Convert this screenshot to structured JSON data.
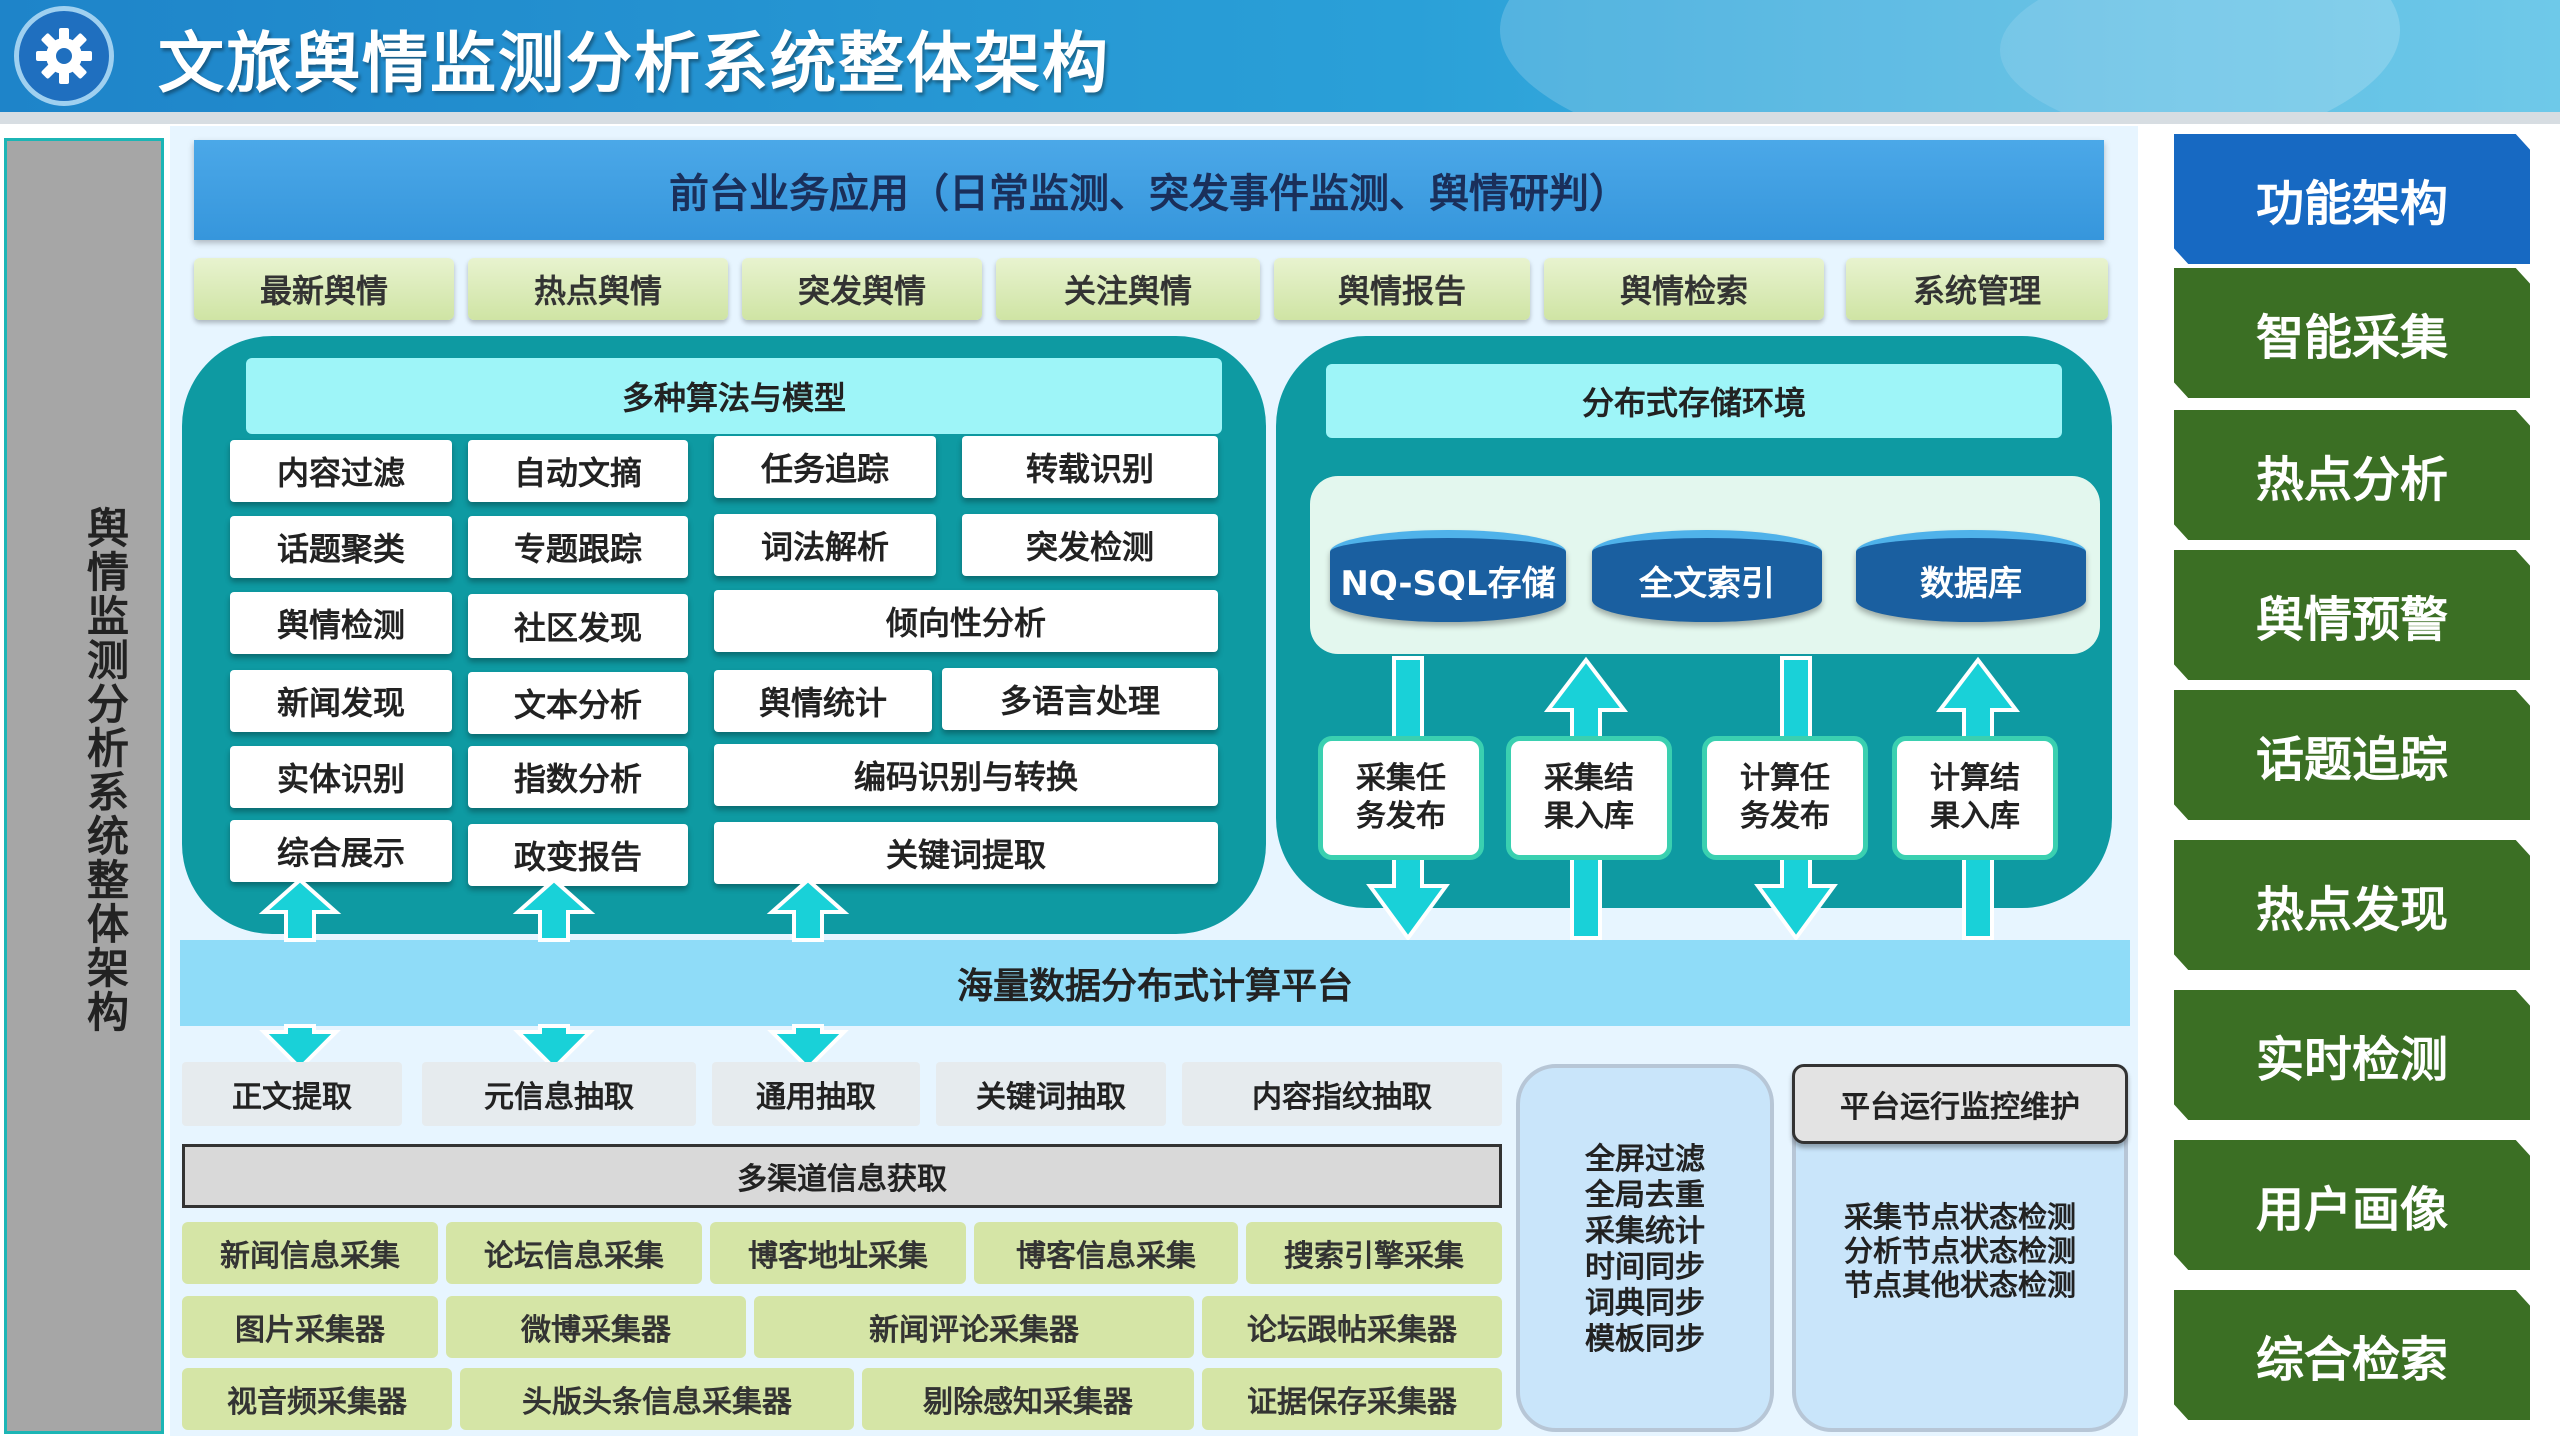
{
  "header": {
    "title": "文旅舆情监测分析系统整体架构",
    "icon": "gear-icon"
  },
  "left_label": "舆情监测分析系统整体架构",
  "top_bar": "前台业务应用（日常监测、突发事件监测、舆情研判）",
  "portal_tabs": [
    "最新舆情",
    "热点舆情",
    "突发舆情",
    "关注舆情",
    "舆情报告",
    "舆情检索",
    "系统管理"
  ],
  "algorithms": {
    "title": "多种算法与模型",
    "cells": [
      "内容过滤",
      "自动文摘",
      "任务追踪",
      "转载识别",
      "话题聚类",
      "专题跟踪",
      "词法解析",
      "突发检测",
      "舆情检测",
      "社区发现",
      "倾向性分析",
      "新闻发现",
      "文本分析",
      "舆情统计",
      "多语言处理",
      "实体识别",
      "指数分析",
      "编码识别与转换",
      "综合展示",
      "政变报告",
      "关键词提取"
    ]
  },
  "storage": {
    "title": "分布式存储环境",
    "stores": [
      "NQ-SQL存储",
      "全文索引",
      "数据库"
    ],
    "tasks": [
      {
        "line1": "采集任",
        "line2": "务发布"
      },
      {
        "line1": "采集结",
        "line2": "果入库"
      },
      {
        "line1": "计算任",
        "line2": "务发布"
      },
      {
        "line1": "计算结",
        "line2": "果入库"
      }
    ]
  },
  "platform": "海量数据分布式计算平台",
  "extract_items": [
    "正文提取",
    "元信息抽取",
    "通用抽取",
    "关键词抽取",
    "内容指纹抽取"
  ],
  "multichannel": "多渠道信息获取",
  "collectors": {
    "row1": [
      "新闻信息采集",
      "论坛信息采集",
      "博客地址采集",
      "博客信息采集",
      "搜索引擎采集"
    ],
    "row2": [
      "图片采集器",
      "微博采集器",
      "新闻评论采集器",
      "论坛跟帖采集器"
    ],
    "row3": [
      "视音频采集器",
      "头版头条信息采集器",
      "剔除感知采集器",
      "证据保存采集器"
    ]
  },
  "filter_box": [
    "全屏过滤",
    "全局去重",
    "采集统计",
    "时间同步",
    "词典同步",
    "模板同步"
  ],
  "monitor": {
    "title": "平台运行监控维护",
    "lines": [
      "采集节点状态检测",
      "分析节点状态检测",
      "节点其他状态检测"
    ]
  },
  "right_tabs": [
    "功能架构",
    "智能采集",
    "热点分析",
    "舆情预警",
    "话题追踪",
    "热点发现",
    "实时检测",
    "用户画像",
    "综合检索"
  ],
  "colors": {
    "header": "#2a9ad6",
    "panel": "#0e9aa2",
    "active_tab": "#1769c2",
    "tab": "#3b6f24",
    "arrow": "#19d1d8"
  }
}
